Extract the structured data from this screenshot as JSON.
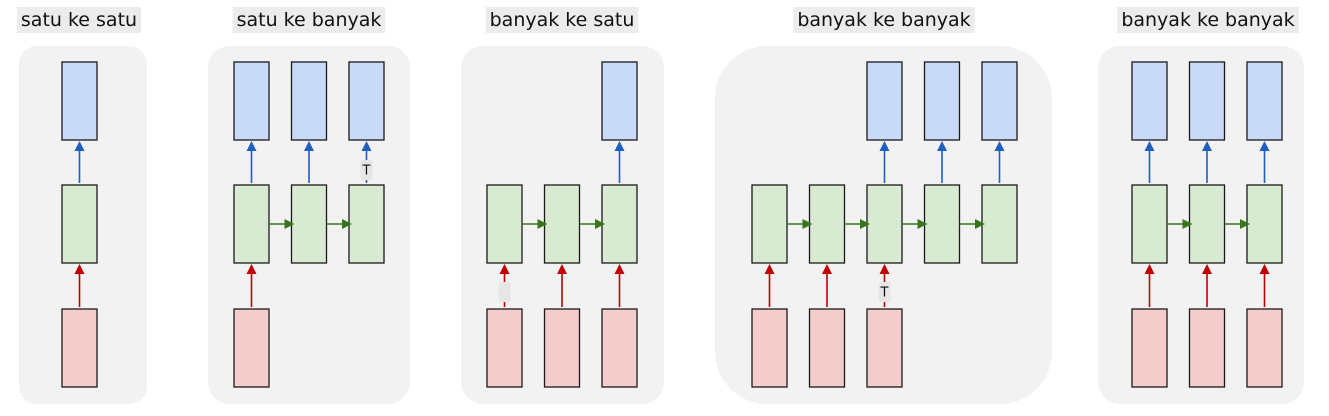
{
  "colors": {
    "panel_background": "#f2f2f2",
    "title_background": "#ececec",
    "output_box": "#c9daf8",
    "hidden_box": "#d9ead3",
    "input_box": "#f4cccc",
    "output_arrow": "#1f5fbf",
    "input_arrow": "#c00000",
    "recurrent_arrow": "#38761d",
    "box_border": "#1a1a1a"
  },
  "panels": [
    {
      "title": "satu ke satu",
      "steps": 1,
      "inputs": [
        0
      ],
      "outputs": [
        0
      ],
      "input_markers": [],
      "output_markers": []
    },
    {
      "title": "satu ke banyak",
      "steps": 3,
      "inputs": [
        0
      ],
      "outputs": [
        0,
        1,
        2
      ],
      "input_markers": [],
      "output_markers": [
        {
          "step": 2,
          "label": "T"
        }
      ]
    },
    {
      "title": "banyak ke satu",
      "steps": 3,
      "inputs": [
        0,
        1,
        2
      ],
      "outputs": [
        2
      ],
      "input_markers": [
        {
          "step": 0,
          "label": ""
        }
      ],
      "output_markers": []
    },
    {
      "title": "banyak ke banyak",
      "steps": 5,
      "inputs": [
        0,
        1,
        2
      ],
      "outputs": [
        2,
        3,
        4
      ],
      "input_markers": [
        {
          "step": 2,
          "label": "T"
        }
      ],
      "output_markers": []
    },
    {
      "title": "banyak ke banyak",
      "steps": 3,
      "inputs": [
        0,
        1,
        2
      ],
      "outputs": [
        0,
        1,
        2
      ],
      "input_markers": [],
      "output_markers": []
    }
  ]
}
